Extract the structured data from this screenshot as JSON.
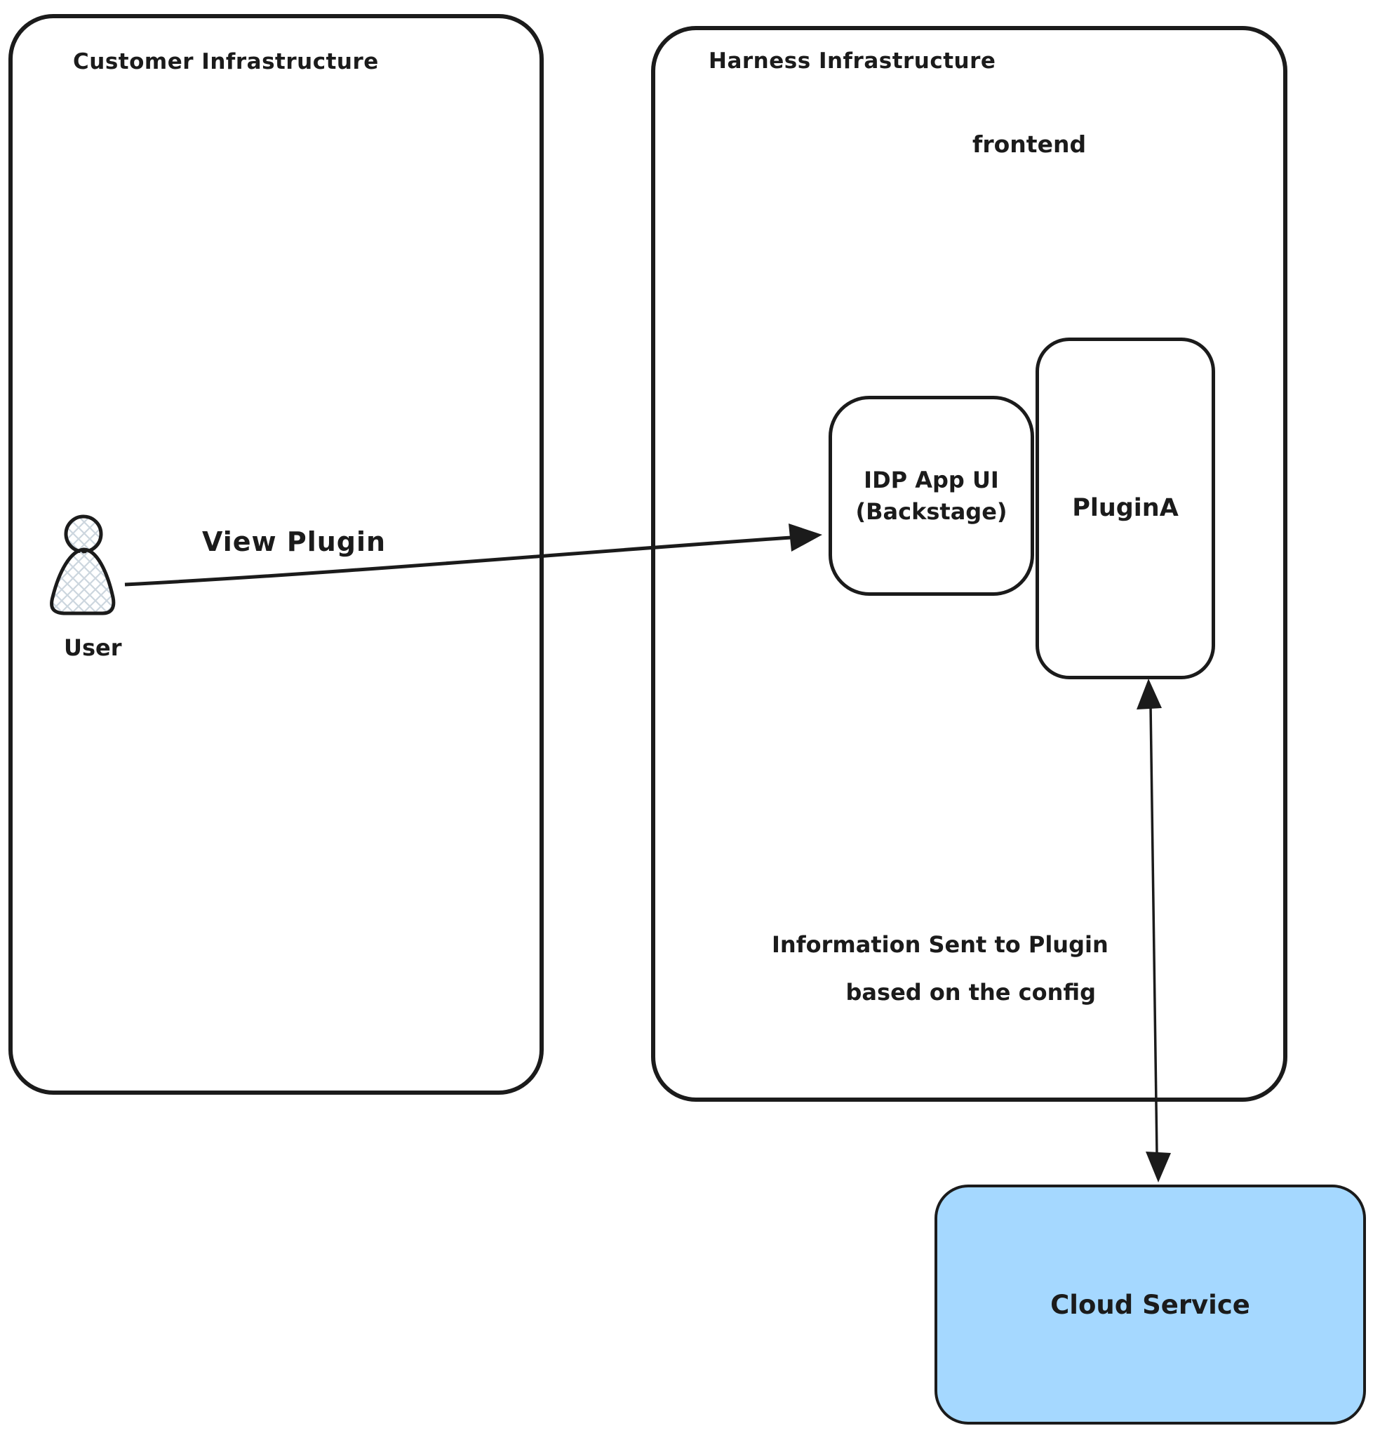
{
  "customer_box": {
    "title": "Customer Infrastructure",
    "user_label": "User"
  },
  "harness_box": {
    "title": "Harness Infrastructure",
    "frontend_label": "frontend",
    "idp_box": {
      "line1": "IDP App UI",
      "line2": "(Backstage)"
    },
    "plugin_box": {
      "label": "PluginA"
    }
  },
  "cloud_box": {
    "label": "Cloud Service",
    "fill": "#a5d8ff"
  },
  "connections": {
    "view_plugin": {
      "label": "View Plugin",
      "bidirectional": false
    },
    "plugin_cloud": {
      "label_line1": "Information Sent to Plugin",
      "label_line2": "based on the config",
      "bidirectional": true
    }
  },
  "colors": {
    "stroke": "#1b1b1b",
    "background": "#ffffff",
    "hatch": "#ccd6de"
  }
}
